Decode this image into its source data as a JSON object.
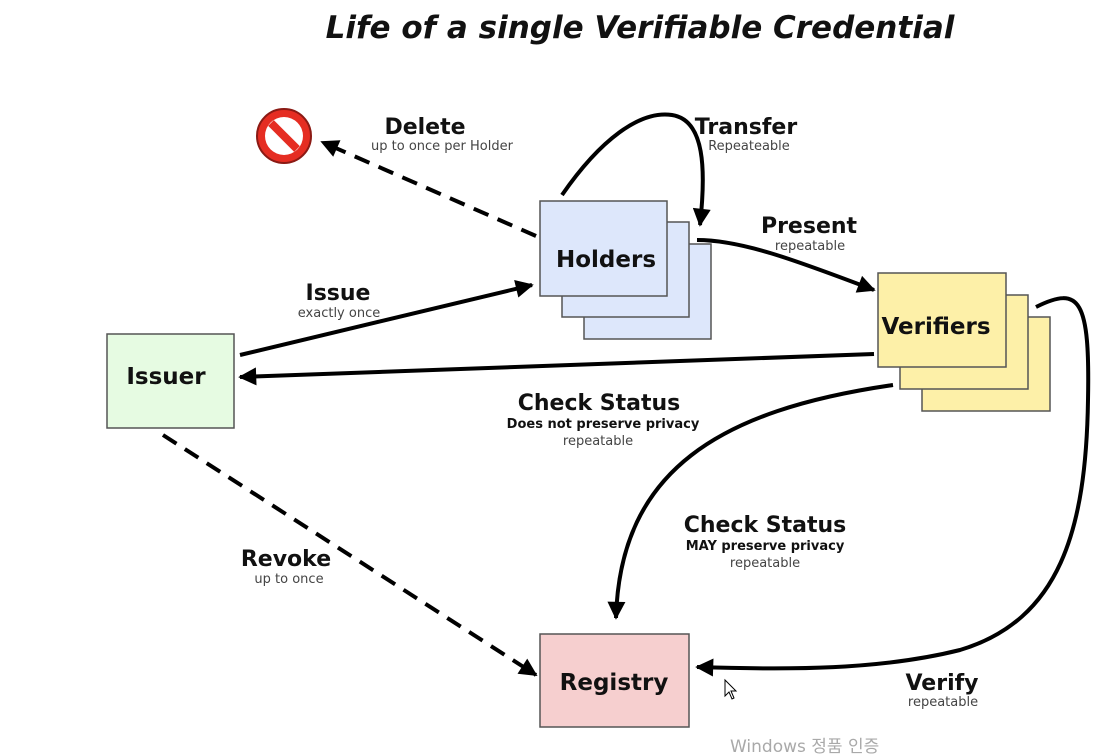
{
  "title": "Life of a single Verifiable Credential",
  "nodes": {
    "issuer": {
      "label": "Issuer",
      "fill": "#e6fbe2"
    },
    "holders": {
      "label": "Holders",
      "fill": "#dde7fb"
    },
    "verifiers": {
      "label": "Verifiers",
      "fill": "#fdf0a8"
    },
    "registry": {
      "label": "Registry",
      "fill": "#f6cfcf"
    }
  },
  "edges": {
    "delete": {
      "label": "Delete",
      "sub": "up to once per Holder"
    },
    "transfer": {
      "label": "Transfer",
      "sub": "Repeateable"
    },
    "present": {
      "label": "Present",
      "sub": "repeatable"
    },
    "issue": {
      "label": "Issue",
      "sub": "exactly once"
    },
    "check_status_issuer": {
      "label": "Check Status",
      "note": "Does not preserve privacy",
      "sub": "repeatable"
    },
    "check_status_registry": {
      "label": "Check Status",
      "note": "MAY preserve privacy",
      "sub": "repeatable"
    },
    "revoke": {
      "label": "Revoke",
      "sub": "up to once"
    },
    "verify": {
      "label": "Verify",
      "sub": "repeatable"
    }
  },
  "icons": {
    "delete_icon": "prohibited-icon",
    "cursor_icon": "mouse-pointer-icon"
  },
  "watermark": "Windows 정품 인증"
}
